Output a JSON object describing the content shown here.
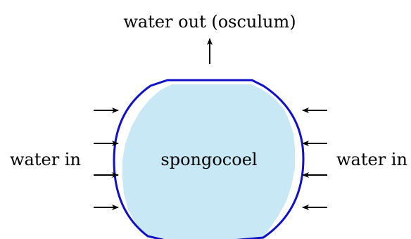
{
  "diagram": {
    "top_label": "water out (osculum)",
    "left_label": "water in",
    "right_label": "water in",
    "center_label": "spongocoel"
  },
  "colors": {
    "body_fill": "#c8e8f6",
    "outline": "#1010c8",
    "text": "#000000",
    "arrow": "#000000"
  }
}
